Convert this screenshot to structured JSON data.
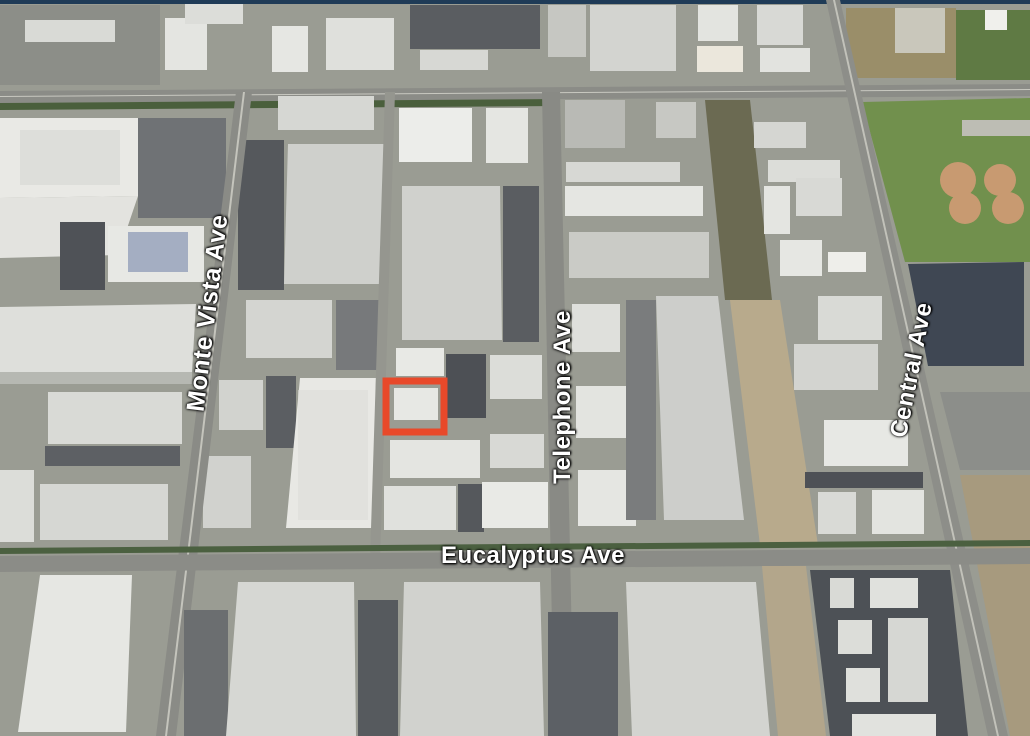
{
  "map": {
    "view": "aerial-oblique",
    "roads": {
      "monte_vista": "Monte Vista Ave",
      "telephone": "Telephone Ave",
      "central": "Central Ave",
      "eucalyptus": "Eucalyptus Ave"
    },
    "highlight_color": "#e8492a",
    "colors": {
      "roof": "#e6e7e3",
      "roof_dark": "#c9cbc7",
      "road": "#8e8f8a",
      "parking": "#4c4f55",
      "lot": "#a7aaa2",
      "grass": "#6f8b4a",
      "dirt": "#b9a98a",
      "trees": "#3f5a34"
    }
  }
}
